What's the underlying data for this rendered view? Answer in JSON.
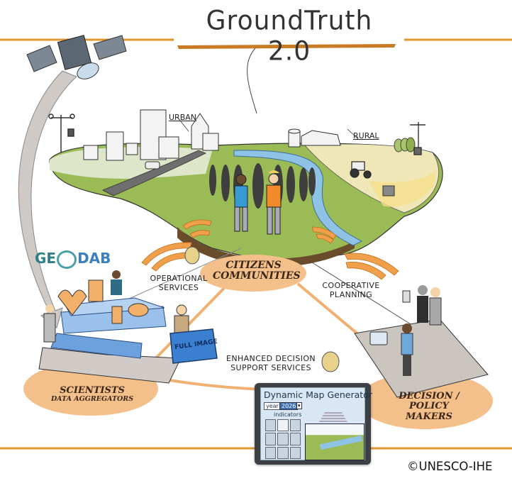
{
  "title": "GroundTruth 2.0",
  "copyright": "©UNESCO-IHE",
  "logo": {
    "text_left": "GE",
    "text_right": "DAB"
  },
  "landscape": {
    "urban_label": "URBAN",
    "rural_label": "RURAL"
  },
  "actors": {
    "citizens": {
      "line1": "CITIZENS",
      "line2": "COMMUNITIES"
    },
    "scientists": {
      "line1": "SCIENTISTS",
      "line2": "DATA AGGREGATORS"
    },
    "decision": {
      "line1": "DECISION /",
      "line2": "POLICY MAKERS"
    }
  },
  "flows": {
    "operational": {
      "line1": "OPERATIONAL",
      "line2": "SERVICES"
    },
    "cooperative": {
      "line1": "COOPERATIVE",
      "line2": "PLANNING"
    },
    "enhanced": {
      "line1": "ENHANCED DECISION",
      "line2": "SUPPORT SERVICES"
    }
  },
  "full_image_label": "FULL IMAGE",
  "map_generator": {
    "title": "Dynamic Map Generator",
    "year_label": "year",
    "year_value": "2026",
    "indicators_label": "indicators"
  },
  "colors": {
    "orange": "#f0a04b",
    "blob": "#f3bf8a",
    "grass": "#8fb04a",
    "river": "#8fc3e6",
    "rule": "#e0962f"
  }
}
